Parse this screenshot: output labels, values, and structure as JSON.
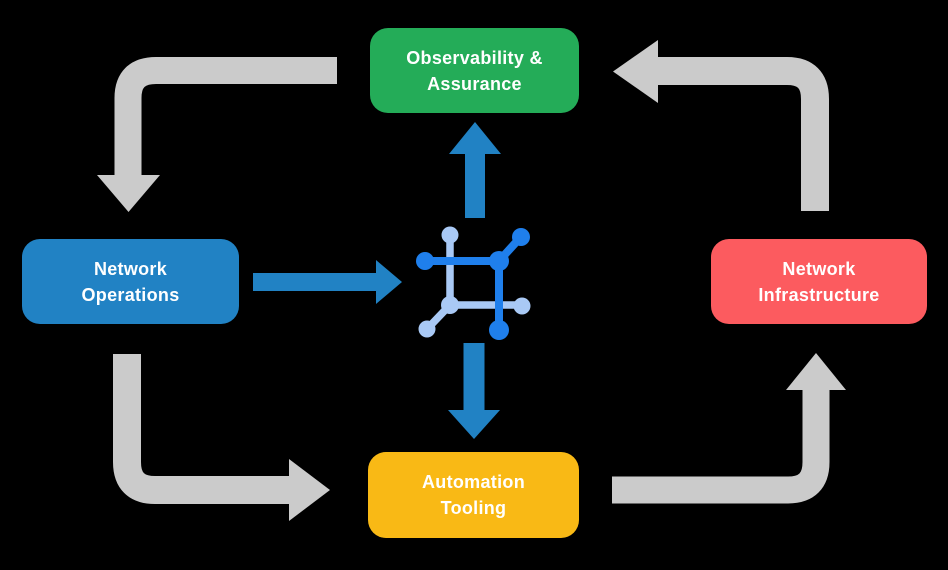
{
  "diagram": {
    "name": "network-automation-cycle",
    "background": "#000000"
  },
  "colors": {
    "arrow_gray": "#CBCBCB",
    "arrow_blue": "#2182C4",
    "icon_dark_blue": "#1F7FEC",
    "icon_light_blue": "#A9C9F5",
    "label_text": "#FFFFFF"
  },
  "nodes": {
    "observability": {
      "label": "Observability &\nAssurance",
      "color": "#24AC58"
    },
    "operations": {
      "label": "Network\nOperations",
      "color": "#2182C4"
    },
    "infrastructure": {
      "label": "Network\nInfrastructure",
      "color": "#FC5B5F"
    },
    "automation": {
      "label": "Automation\nTooling",
      "color": "#F9B915"
    }
  },
  "icons": {
    "center": "network-fabric-icon"
  }
}
